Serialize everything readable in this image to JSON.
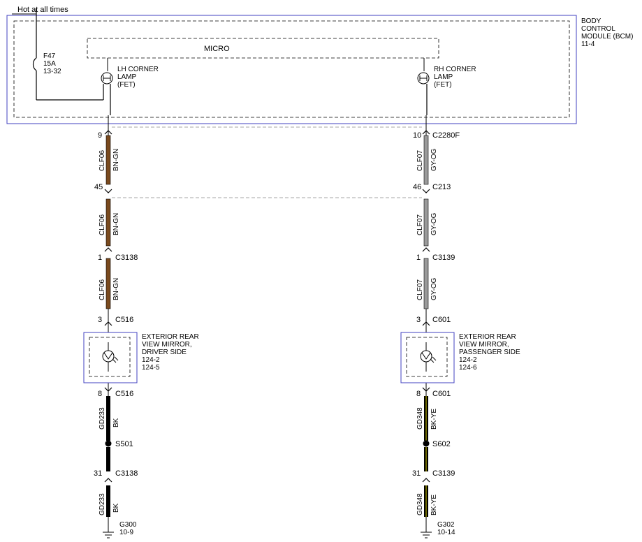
{
  "header": {
    "power_label": "Hot at all times"
  },
  "bcm": {
    "title_lines": [
      "BODY",
      "CONTROL",
      "MODULE (BCM)",
      "11-4"
    ],
    "fuse": {
      "name": "F47",
      "rating": "15A",
      "ref": "13-32"
    },
    "micro_label": "MICRO",
    "lh_driver": [
      "LH CORNER",
      "LAMP",
      "(FET)"
    ],
    "rh_driver": [
      "RH CORNER",
      "LAMP",
      "(FET)"
    ]
  },
  "left": {
    "c1": {
      "pin": "9",
      "name": ""
    },
    "w1": {
      "circuit": "CLF06",
      "color": "BN-GN"
    },
    "c2": {
      "pin": "45",
      "name": ""
    },
    "w2": {
      "circuit": "CLF06",
      "color": "BN-GN"
    },
    "c3": {
      "pin": "1",
      "name": "C3138"
    },
    "w3": {
      "circuit": "CLF06",
      "color": "BN-GN"
    },
    "c4": {
      "pin": "3",
      "name": "C516"
    },
    "component": [
      "EXTERIOR REAR",
      "VIEW MIRROR,",
      "DRIVER SIDE",
      "124-2",
      "124-5"
    ],
    "c5": {
      "pin": "8",
      "name": "C516"
    },
    "w5": {
      "circuit": "GD233",
      "color": "BK"
    },
    "splice": "S501",
    "c6": {
      "pin": "31",
      "name": "C3138"
    },
    "w6": {
      "circuit": "GD233",
      "color": "BK"
    },
    "ground": {
      "name": "G300",
      "ref": "10-9"
    }
  },
  "right": {
    "c1": {
      "pin": "10",
      "name": "C2280F"
    },
    "w1": {
      "circuit": "CLF07",
      "color": "GY-OG"
    },
    "c2": {
      "pin": "46",
      "name": "C213"
    },
    "w2": {
      "circuit": "CLF07",
      "color": "GY-OG"
    },
    "c3": {
      "pin": "1",
      "name": "C3139"
    },
    "w3": {
      "circuit": "CLF07",
      "color": "GY-OG"
    },
    "c4": {
      "pin": "3",
      "name": "C601"
    },
    "component": [
      "EXTERIOR REAR",
      "VIEW MIRROR,",
      "PASSENGER SIDE",
      "124-2",
      "124-6"
    ],
    "c5": {
      "pin": "8",
      "name": "C601"
    },
    "w5": {
      "circuit": "GD348",
      "color": "BK-YE"
    },
    "splice": "S602",
    "c6": {
      "pin": "31",
      "name": "C3139"
    },
    "w6": {
      "circuit": "GD348",
      "color": "BK-YE"
    },
    "ground": {
      "name": "G302",
      "ref": "10-14"
    }
  },
  "colors": {
    "module_border": "#4040c0",
    "brown_wire": "#7a4a1e",
    "gray_wire": "#9a9a9a",
    "black_wire": "#000000",
    "yellow_stripe": "#d8d000"
  }
}
